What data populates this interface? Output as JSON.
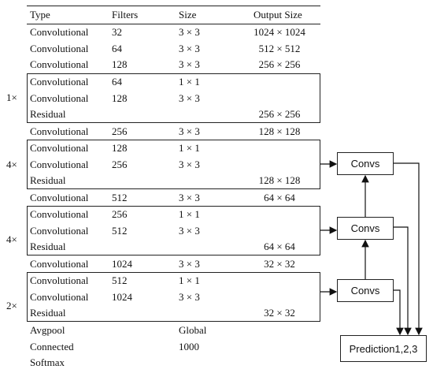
{
  "header": {
    "type": "Type",
    "filters": "Filters",
    "size": "Size",
    "output": "Output Size"
  },
  "rows": [
    {
      "type": "Convolutional",
      "filters": "32",
      "size": "3 × 3",
      "output": "1024  × 1024"
    },
    {
      "type": "Convolutional",
      "filters": "64",
      "size": "3 × 3",
      "output": "512  × 512"
    },
    {
      "type": "Convolutional",
      "filters": "128",
      "size": "3 × 3",
      "output": "256  × 256"
    },
    {
      "type": "Convolutional",
      "filters": "64",
      "size": "1 × 1",
      "output": ""
    },
    {
      "type": "Convolutional",
      "filters": "128",
      "size": "3 × 3",
      "output": ""
    },
    {
      "type": "Residual",
      "filters": "",
      "size": "",
      "output": "256  × 256"
    },
    {
      "type": "Convolutional",
      "filters": "256",
      "size": "3 × 3",
      "output": "128  × 128"
    },
    {
      "type": "Convolutional",
      "filters": "128",
      "size": "1 × 1",
      "output": ""
    },
    {
      "type": "Convolutional",
      "filters": "256",
      "size": "3 × 3",
      "output": ""
    },
    {
      "type": "Residual",
      "filters": "",
      "size": "",
      "output": "128  × 128"
    },
    {
      "type": "Convolutional",
      "filters": "512",
      "size": "3 × 3",
      "output": "64  × 64"
    },
    {
      "type": "Convolutional",
      "filters": "256",
      "size": "1 × 1",
      "output": ""
    },
    {
      "type": "Convolutional",
      "filters": "512",
      "size": "3 × 3",
      "output": ""
    },
    {
      "type": "Residual",
      "filters": "",
      "size": "",
      "output": "64  × 64"
    },
    {
      "type": "Convolutional",
      "filters": "1024",
      "size": "3 × 3",
      "output": "32  × 32"
    },
    {
      "type": "Convolutional",
      "filters": "512",
      "size": "1 × 1",
      "output": ""
    },
    {
      "type": "Convolutional",
      "filters": "1024",
      "size": "3 × 3",
      "output": ""
    },
    {
      "type": "Residual",
      "filters": "",
      "size": "",
      "output": "32  × 32"
    },
    {
      "type": "Avgpool",
      "filters": "",
      "size": "Global",
      "output": ""
    },
    {
      "type": "Connected",
      "filters": "",
      "size": "1000",
      "output": ""
    },
    {
      "type": "Softmax",
      "filters": "",
      "size": "",
      "output": ""
    }
  ],
  "repeat_labels": [
    "1×",
    "4×",
    "4×",
    "2×"
  ],
  "side": {
    "convs_top": "Convs",
    "convs_mid": "Convs",
    "convs_bottom": "Convs",
    "prediction": "Prediction1,2,3"
  }
}
